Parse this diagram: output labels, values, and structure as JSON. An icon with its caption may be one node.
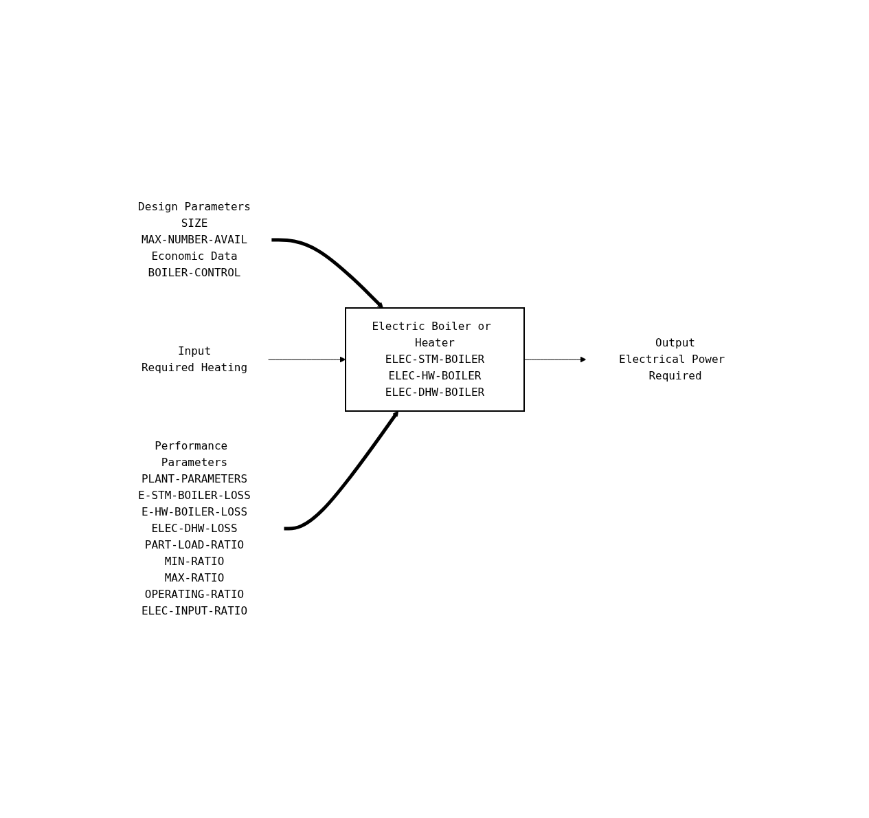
{
  "diagram": {
    "nodes": [
      {
        "text": [
          "Design Parameters",
          "SIZE",
          "MAX-NUMBER-AVAIL",
          "Economic Data",
          "BOILER-CONTROL"
        ]
      },
      {
        "text": [
          "Input",
          "Required Heating"
        ]
      },
      {
        "text": [
          "Electric Boiler or Heater",
          "ELEC-STM-BOILER",
          "ELEC-HW-BOILER",
          "ELEC-DHW-BOILER"
        ]
      },
      {
        "text": [
          "Output",
          "Electrical Power Required"
        ]
      },
      {
        "text": [
          "Performance Parameters",
          "PLANT-PARAMETERS",
          "E-STM-BOILER-LOSS",
          "E-HW-BOILER-LOSS",
          "ELEC-DHW-LOSS",
          "PART-LOAD-RATIO",
          "MIN-RATIO",
          "MAX-RATIO",
          "OPERATING-RATIO",
          "ELEC-INPUT-RATIO"
        ]
      }
    ],
    "edges": [
      {
        "from": 0,
        "to": 2,
        "arrow": "to",
        "style": "thick"
      },
      {
        "from": 1,
        "to": 2,
        "arrow": "to"
      },
      {
        "from": 2,
        "to": 3,
        "arrow": "to"
      },
      {
        "from": 4,
        "to": 2,
        "arrow": "to",
        "style": "thick"
      }
    ]
  }
}
